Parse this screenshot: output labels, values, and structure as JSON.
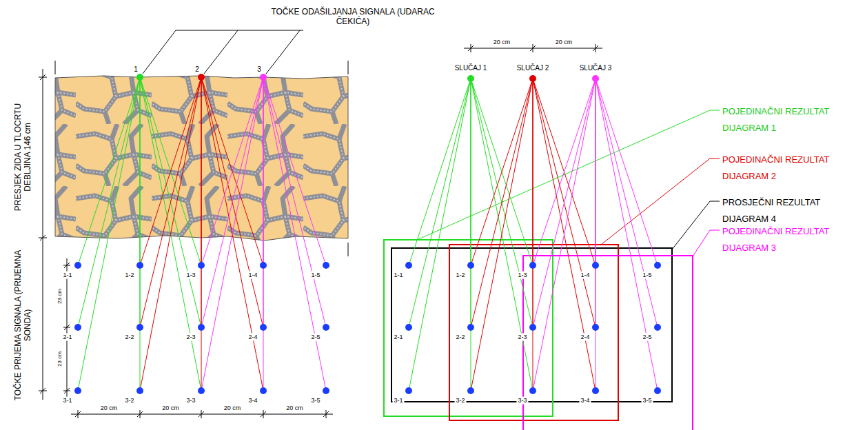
{
  "diagram": {
    "labels": [
      "TOČKE ODAŠILJANJA SIGNALA (UDARAC ČEKIĆA)",
      "1",
      "2",
      "3",
      "PRESJEK ZIDA U TLOCRTU DEBLJINA 146 cm",
      "TOČKE PRIJEMA SIGNALA (PRIJEMNA SONDA)",
      "1-1",
      "1-2",
      "1-3",
      "1-4",
      "1-5",
      "2-1",
      "2-2",
      "2-3",
      "2-4",
      "2-5",
      "3-1",
      "3-2",
      "3-3",
      "3-4",
      "3-5",
      "23 cm",
      "23 cm",
      "20 cm",
      "20 cm",
      "20 cm",
      "20 cm",
      "20 cm",
      "20 cm",
      "SLUČAJ 1",
      "SLUČAJ 2",
      "SLUČAJ 3",
      "1-1",
      "1-2",
      "1-3",
      "1-4",
      "1-5",
      "2-1",
      "2-2",
      "2-3",
      "2-4",
      "2-5",
      "3-1",
      "3-2",
      "3-3",
      "3-4",
      "3-5",
      "POJEDINAČNI REZULTAT DIJAGRAM 1",
      "POJEDINAČNI REZULTAT DIJAGRAM 2",
      "PROSJEČNI REZULTAT DIJAGRAM 4",
      "POJEDINAČNI REZULTAT DIJAGRAM 3"
    ]
  }
}
